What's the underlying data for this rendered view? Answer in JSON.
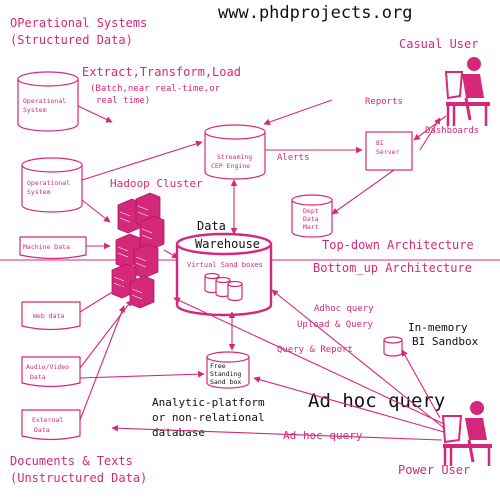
{
  "watermark": "www.phdprojects.org",
  "sections": {
    "operational_title_1": "OPerational Systems",
    "operational_title_2": "(Structured Data)",
    "documents_title_1": "Documents & Texts",
    "documents_title_2": "(Unstructured Data)",
    "top_down": "Top-down Architecture",
    "bottom_up": "Bottom_up Architecture"
  },
  "etl": {
    "line1": "Extract,Transform,Load",
    "line2": "(Batch,near real-time,or",
    "line3": "real time)"
  },
  "sources": {
    "operational_system_1": [
      "Operational",
      "System"
    ],
    "operational_system_2": [
      "Operational",
      "System"
    ],
    "machine_data": "Machine Data",
    "web_data": "Web data",
    "audio_video_data": [
      "Audio/Video",
      "Data"
    ],
    "external_data": [
      "External",
      "Data"
    ]
  },
  "components": {
    "hadoop": "Hadoop Cluster",
    "streaming": [
      "Streaming",
      "CEP Engine"
    ],
    "bi_server": [
      "BI",
      "Server"
    ],
    "dept_mart": [
      "Dept",
      "Data",
      "Mart"
    ],
    "warehouse": [
      "Data",
      "Warehouse"
    ],
    "sandboxes": "Virtual Sand boxes",
    "free_sandbox": [
      "Free",
      "Standing",
      "Sand box"
    ],
    "in_memory": [
      "In-memory",
      "BI Sandbox"
    ],
    "analytic_platform": [
      "Analytic-platform",
      "or non-relational",
      "database"
    ]
  },
  "users": {
    "casual": "Casual User",
    "power": "Power User"
  },
  "flows": {
    "reports": "Reports",
    "dashboards": "Dashboards",
    "alerts": "Alerts",
    "adhoc_query": "Adhoc query",
    "upload_query": "Upload & Query",
    "query_report": "Query & Report",
    "adhoc_big": "Ad hoc query",
    "adhoc_lower": "Ad hoc query"
  },
  "colors": {
    "accent": "#d6287a",
    "text_dark": "#111111",
    "background": "#ffffff"
  }
}
